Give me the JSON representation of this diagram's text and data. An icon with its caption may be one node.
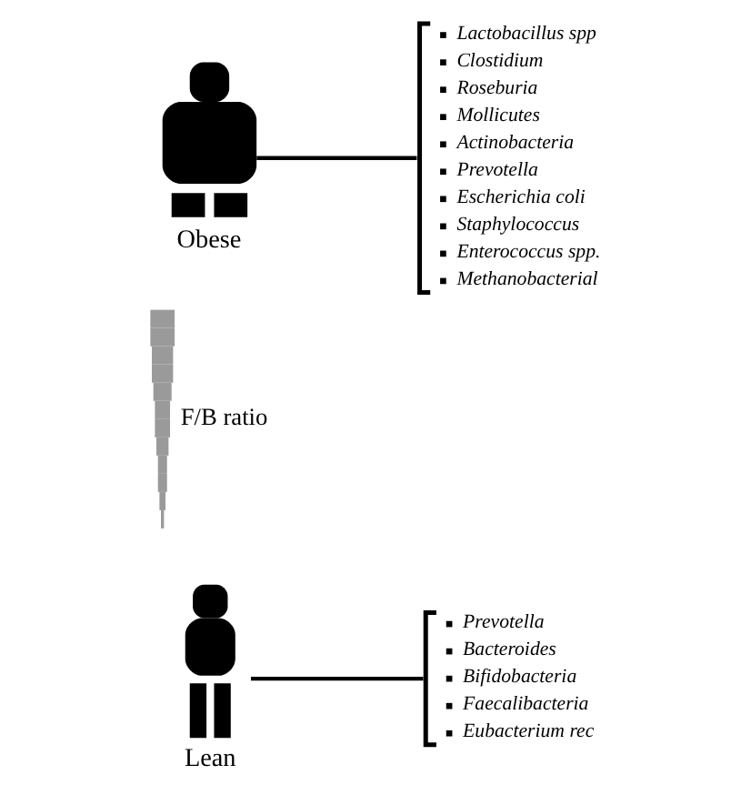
{
  "diagram": {
    "nodes": [
      {
        "text": [
          "Obese"
        ]
      },
      {
        "text": [
          "Lactobacillus spp",
          "Clostidium",
          "Roseburia",
          "Mollicutes",
          "Actinobacteria",
          "Prevotella",
          "Escherichia coli",
          "Staphylococcus",
          "Enterococcus spp.",
          "Methanobacterial"
        ]
      },
      {
        "text": [
          "Lean"
        ]
      },
      {
        "text": [
          "Prevotella",
          "Bacteroides",
          "Bifidobacteria",
          "Faecalibacteria",
          "Eubacterium rec"
        ]
      }
    ],
    "edges": [
      {
        "from": 0,
        "to": 1,
        "arrow": "none"
      },
      {
        "from": 2,
        "to": 3,
        "arrow": "none"
      }
    ],
    "labels": [
      "F/B ratio"
    ]
  }
}
